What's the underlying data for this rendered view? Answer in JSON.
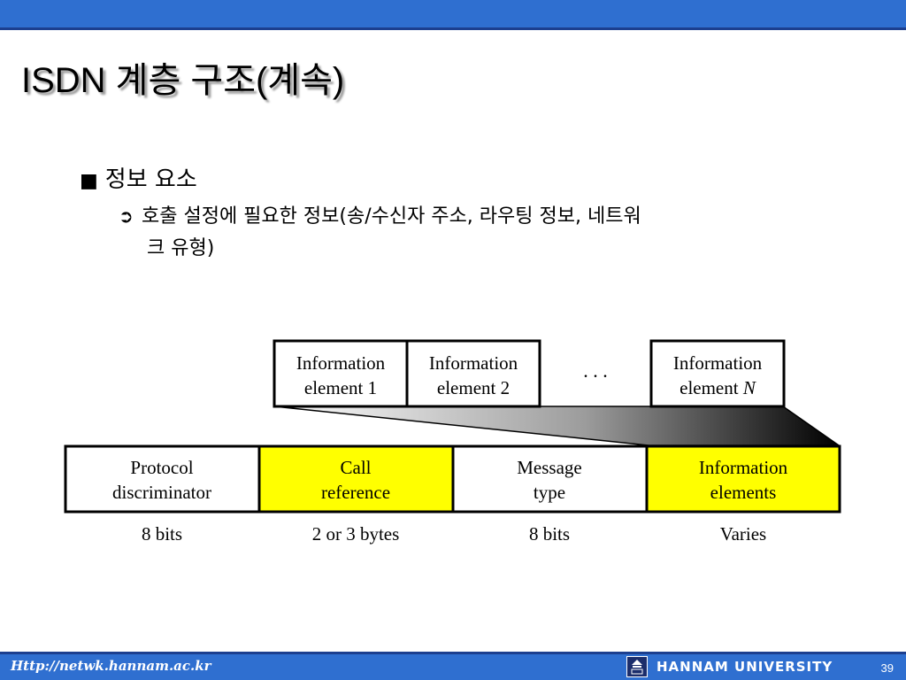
{
  "slide": {
    "title": "ISDN 계층 구조(계속)",
    "bullet1": {
      "marker": "■",
      "text": "정보 요소"
    },
    "bullet2": {
      "marker": "➲",
      "line1": "호출 설정에 필요한 정보(송/수신자 주소, 라우팅 정보, 네트워",
      "line2": "크 유형)"
    }
  },
  "diagram": {
    "top_boxes": [
      {
        "line1": "Information",
        "line2": "element 1"
      },
      {
        "line1": "Information",
        "line2": "element 2"
      },
      {
        "line1": ". . ."
      },
      {
        "line1": "Information",
        "line2_prefix": "element ",
        "line2_italic": "N"
      }
    ],
    "fields": [
      {
        "line1": "Protocol",
        "line2": "discriminator",
        "size": "8 bits",
        "highlight": false
      },
      {
        "line1": "Call",
        "line2": "reference",
        "size": "2 or 3 bytes",
        "highlight": true
      },
      {
        "line1": "Message",
        "line2": "type",
        "size": "8 bits",
        "highlight": false
      },
      {
        "line1": "Information",
        "line2": "elements",
        "size": "Varies",
        "highlight": true
      }
    ],
    "highlight_color": "#ffff00"
  },
  "footer": {
    "url": "Http://netwk.hannam.ac.kr",
    "university": "HANNAM UNIVERSITY",
    "page_number": "39"
  }
}
